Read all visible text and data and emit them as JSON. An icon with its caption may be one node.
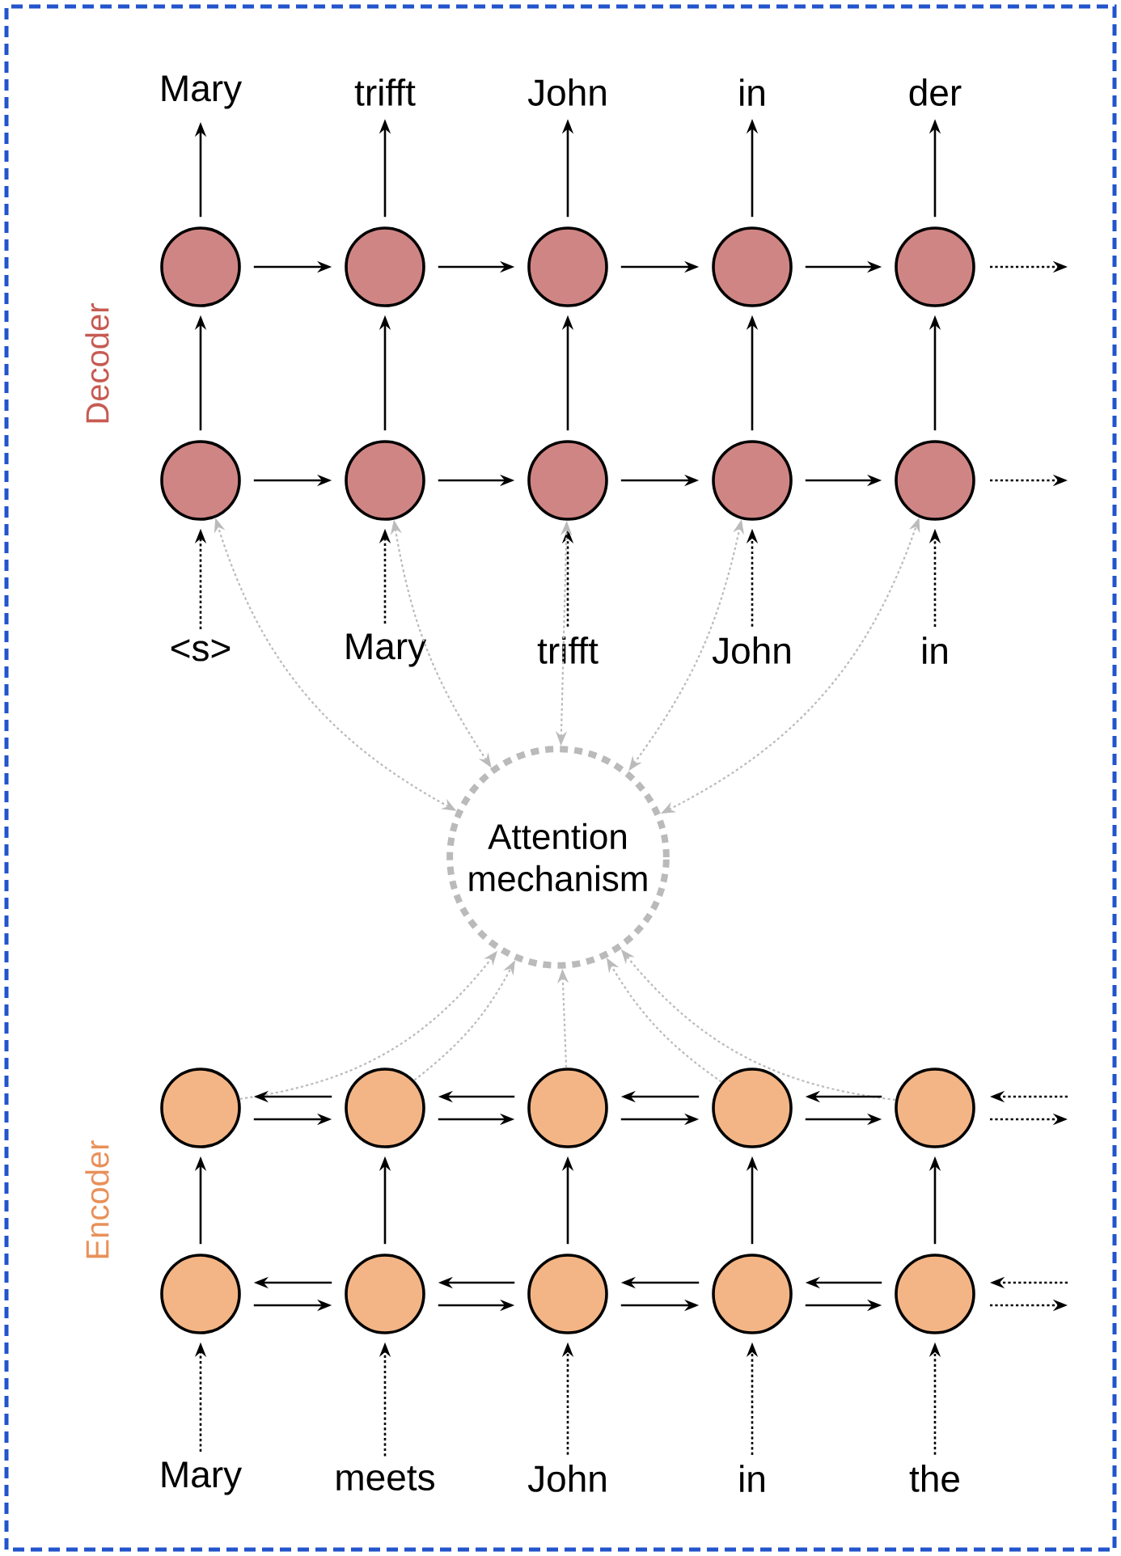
{
  "diagram": {
    "nodes": [
      {
        "text": [
          "Mary"
        ]
      },
      {
        "text": [
          "trifft"
        ]
      },
      {
        "text": [
          "John"
        ]
      },
      {
        "text": [
          "in"
        ]
      },
      {
        "text": [
          "der"
        ]
      },
      {
        "text": [],
        "shape": "circle"
      },
      {
        "text": [],
        "shape": "circle"
      },
      {
        "text": [],
        "shape": "circle"
      },
      {
        "text": [],
        "shape": "circle"
      },
      {
        "text": [],
        "shape": "circle"
      },
      {
        "text": [],
        "shape": "circle"
      },
      {
        "text": [],
        "shape": "circle"
      },
      {
        "text": [],
        "shape": "circle"
      },
      {
        "text": [],
        "shape": "circle"
      },
      {
        "text": [],
        "shape": "circle"
      },
      {
        "text": [
          "<s>"
        ]
      },
      {
        "text": [
          "Mary"
        ]
      },
      {
        "text": [
          "trifft"
        ]
      },
      {
        "text": [
          "John"
        ]
      },
      {
        "text": [
          "in"
        ]
      },
      {
        "text": [
          "Attention mechanism"
        ]
      },
      {
        "text": [],
        "shape": "circle"
      },
      {
        "text": [],
        "shape": "circle"
      },
      {
        "text": [],
        "shape": "circle"
      },
      {
        "text": [],
        "shape": "circle"
      },
      {
        "text": [],
        "shape": "circle"
      },
      {
        "text": [],
        "shape": "circle"
      },
      {
        "text": [],
        "shape": "circle"
      },
      {
        "text": [],
        "shape": "circle"
      },
      {
        "text": [],
        "shape": "circle"
      },
      {
        "text": [],
        "shape": "circle"
      },
      {
        "text": [
          "Mary"
        ]
      },
      {
        "text": [
          "meets"
        ]
      },
      {
        "text": [
          "John"
        ]
      },
      {
        "text": [
          "in"
        ]
      },
      {
        "text": [
          "the"
        ]
      }
    ],
    "edges": [
      {
        "from": 5,
        "to": 0,
        "arrow": "to"
      },
      {
        "from": 6,
        "to": 1,
        "arrow": "to"
      },
      {
        "from": 7,
        "to": 2,
        "arrow": "to"
      },
      {
        "from": 8,
        "to": 3,
        "arrow": "to"
      },
      {
        "from": 9,
        "to": 4,
        "arrow": "to"
      },
      {
        "from": 5,
        "to": 6,
        "arrow": "to"
      },
      {
        "from": 6,
        "to": 7,
        "arrow": "to"
      },
      {
        "from": 7,
        "to": 8,
        "arrow": "to"
      },
      {
        "from": 8,
        "to": 9,
        "arrow": "to"
      },
      {
        "from": 9,
        "to": null,
        "arrow": "to",
        "style": "dashed"
      },
      {
        "from": 10,
        "to": 5,
        "arrow": "to"
      },
      {
        "from": 11,
        "to": 6,
        "arrow": "to"
      },
      {
        "from": 12,
        "to": 7,
        "arrow": "to"
      },
      {
        "from": 13,
        "to": 8,
        "arrow": "to"
      },
      {
        "from": 14,
        "to": 9,
        "arrow": "to"
      },
      {
        "from": 10,
        "to": 11,
        "arrow": "to"
      },
      {
        "from": 11,
        "to": 12,
        "arrow": "to"
      },
      {
        "from": 12,
        "to": 13,
        "arrow": "to"
      },
      {
        "from": 13,
        "to": 14,
        "arrow": "to"
      },
      {
        "from": 14,
        "to": null,
        "arrow": "to",
        "style": "dashed"
      },
      {
        "from": 15,
        "to": 10,
        "arrow": "to",
        "style": "dashed"
      },
      {
        "from": 16,
        "to": 11,
        "arrow": "to",
        "style": "dashed"
      },
      {
        "from": 17,
        "to": 12,
        "arrow": "to",
        "style": "dashed"
      },
      {
        "from": 18,
        "to": 13,
        "arrow": "to",
        "style": "dashed"
      },
      {
        "from": 19,
        "to": 14,
        "arrow": "to",
        "style": "dashed"
      },
      {
        "from": 20,
        "to": 10,
        "arrow": "both",
        "style": "dashed",
        "color": "#bbbbbb"
      },
      {
        "from": 20,
        "to": 11,
        "arrow": "both",
        "style": "dashed",
        "color": "#bbbbbb"
      },
      {
        "from": 20,
        "to": 12,
        "arrow": "both",
        "style": "dashed",
        "color": "#bbbbbb"
      },
      {
        "from": 20,
        "to": 13,
        "arrow": "both",
        "style": "dashed",
        "color": "#bbbbbb"
      },
      {
        "from": 20,
        "to": 14,
        "arrow": "both",
        "style": "dashed",
        "color": "#bbbbbb"
      },
      {
        "from": 21,
        "to": 20,
        "arrow": "to",
        "style": "dashed",
        "color": "#bbbbbb"
      },
      {
        "from": 22,
        "to": 20,
        "arrow": "to",
        "style": "dashed",
        "color": "#bbbbbb"
      },
      {
        "from": 23,
        "to": 20,
        "arrow": "to",
        "style": "dashed",
        "color": "#bbbbbb"
      },
      {
        "from": 24,
        "to": 20,
        "arrow": "to",
        "style": "dashed",
        "color": "#bbbbbb"
      },
      {
        "from": 25,
        "to": 20,
        "arrow": "to",
        "style": "dashed",
        "color": "#bbbbbb"
      },
      {
        "from": 22,
        "to": 21,
        "arrow": "to"
      },
      {
        "from": 21,
        "to": 22,
        "arrow": "to"
      },
      {
        "from": 23,
        "to": 22,
        "arrow": "to"
      },
      {
        "from": 22,
        "to": 23,
        "arrow": "to"
      },
      {
        "from": 24,
        "to": 23,
        "arrow": "to"
      },
      {
        "from": 23,
        "to": 24,
        "arrow": "to"
      },
      {
        "from": 25,
        "to": 24,
        "arrow": "to"
      },
      {
        "from": 24,
        "to": 25,
        "arrow": "to"
      },
      {
        "from": null,
        "to": 25,
        "arrow": "to",
        "style": "dashed"
      },
      {
        "from": 25,
        "to": null,
        "arrow": "to",
        "style": "dashed"
      },
      {
        "from": 26,
        "to": 21,
        "arrow": "to"
      },
      {
        "from": 27,
        "to": 22,
        "arrow": "to"
      },
      {
        "from": 28,
        "to": 23,
        "arrow": "to"
      },
      {
        "from": 29,
        "to": 24,
        "arrow": "to"
      },
      {
        "from": 30,
        "to": 25,
        "arrow": "to"
      },
      {
        "from": 27,
        "to": 26,
        "arrow": "to"
      },
      {
        "from": 26,
        "to": 27,
        "arrow": "to"
      },
      {
        "from": 28,
        "to": 27,
        "arrow": "to"
      },
      {
        "from": 27,
        "to": 28,
        "arrow": "to"
      },
      {
        "from": 29,
        "to": 28,
        "arrow": "to"
      },
      {
        "from": 28,
        "to": 29,
        "arrow": "to"
      },
      {
        "from": 30,
        "to": 29,
        "arrow": "to"
      },
      {
        "from": 29,
        "to": 30,
        "arrow": "to"
      },
      {
        "from": null,
        "to": 30,
        "arrow": "to",
        "style": "dashed"
      },
      {
        "from": 30,
        "to": null,
        "arrow": "to",
        "style": "dashed"
      },
      {
        "from": 31,
        "to": 26,
        "arrow": "to",
        "style": "dashed"
      },
      {
        "from": 32,
        "to": 27,
        "arrow": "to",
        "style": "dashed"
      },
      {
        "from": 33,
        "to": 28,
        "arrow": "to",
        "style": "dashed"
      },
      {
        "from": 34,
        "to": 29,
        "arrow": "to",
        "style": "dashed"
      },
      {
        "from": 35,
        "to": 30,
        "arrow": "to",
        "style": "dashed"
      }
    ],
    "labels": [
      "Decoder",
      "Encoder"
    ]
  }
}
